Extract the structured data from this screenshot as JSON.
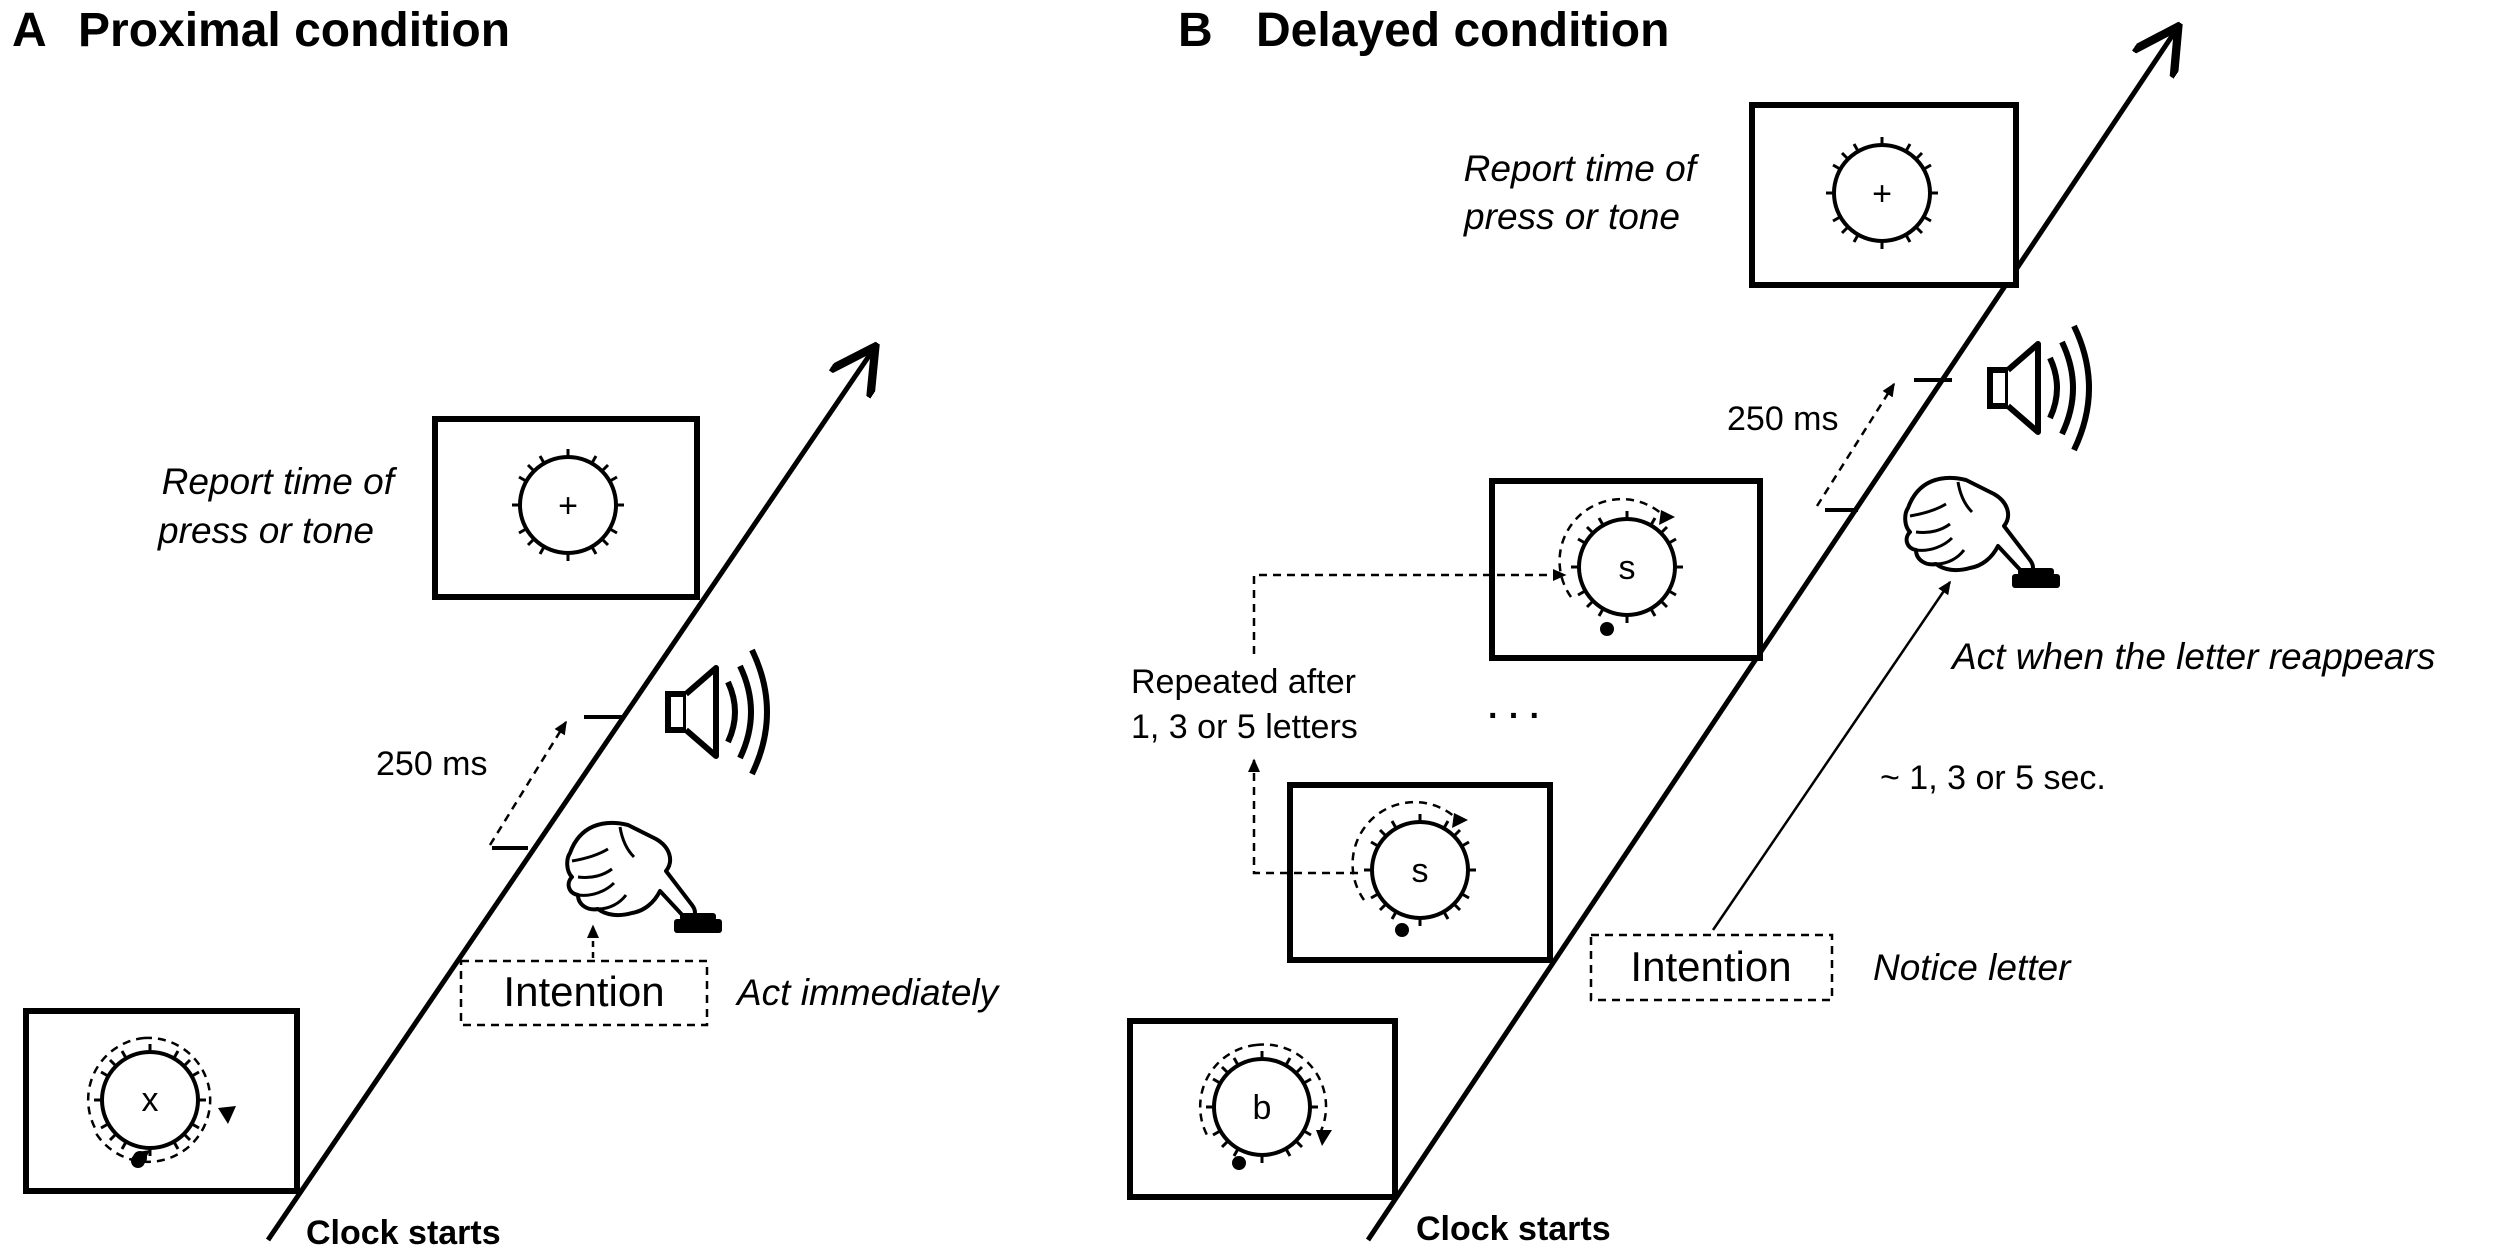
{
  "panel_a": {
    "letter": "A",
    "title": "Proximal condition",
    "report_line1": "Report time of",
    "report_line2": "press or tone",
    "delay": "250 ms",
    "intention": "Intention",
    "act": "Act immediately",
    "clock_letter": "x",
    "fixation": "+",
    "clock_starts": "Clock starts"
  },
  "panel_b": {
    "letter": "B",
    "title": "Delayed condition",
    "report_line1": "Report time of",
    "report_line2": "press or tone",
    "delay": "250 ms",
    "repeated_line1": "Repeated after",
    "repeated_line2": "1, 3 or 5 letters",
    "ellipsis": "· · ·",
    "act": "Act when the letter reappears",
    "interval": "~ 1, 3 or 5 sec.",
    "intention": "Intention",
    "notice": "Notice letter",
    "fixation": "+",
    "letter_top": "s",
    "letter_mid": "s",
    "letter_first": "b",
    "clock_starts": "Clock starts"
  }
}
